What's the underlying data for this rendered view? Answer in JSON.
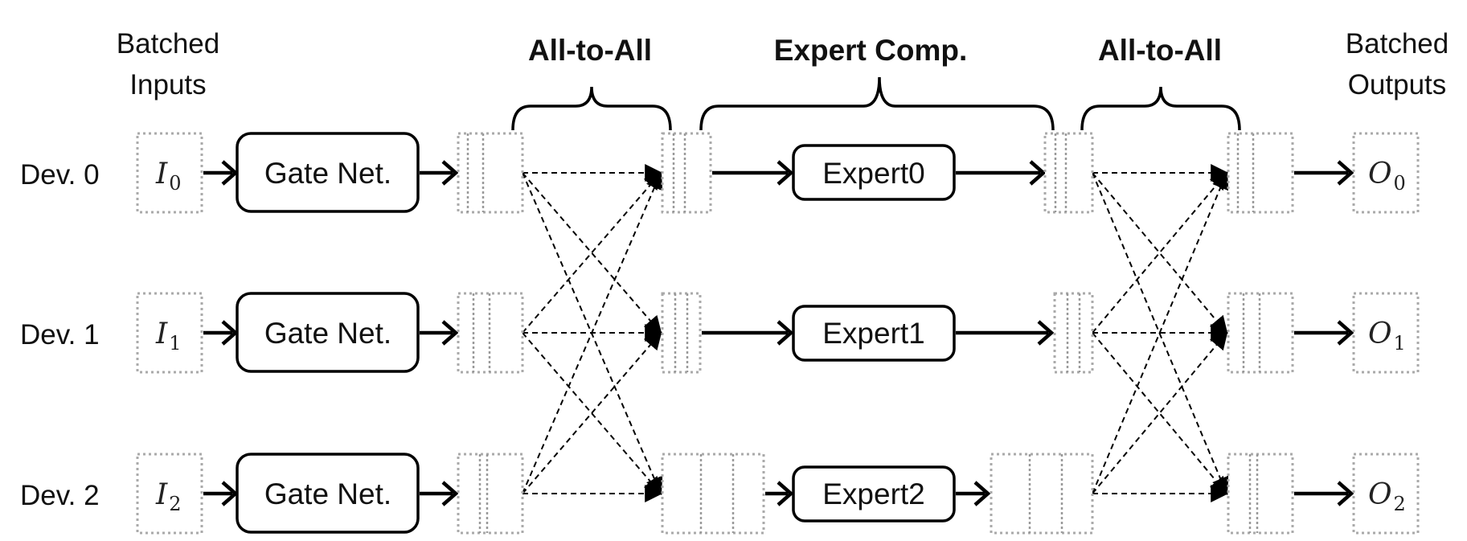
{
  "headers": {
    "inputs_line1": "Batched",
    "inputs_line2": "Inputs",
    "all_to_all_left": "All-to-All",
    "expert_comp": "Expert Comp.",
    "all_to_all_right": "All-to-All",
    "outputs_line1": "Batched",
    "outputs_line2": "Outputs"
  },
  "rows": [
    {
      "device": "Dev. 0",
      "input_var": "I",
      "input_sub": "0",
      "gate": "Gate Net.",
      "expert": "Expert0",
      "output_var": "O",
      "output_sub": "0"
    },
    {
      "device": "Dev. 1",
      "input_var": "I",
      "input_sub": "1",
      "gate": "Gate Net.",
      "expert": "Expert1",
      "output_var": "O",
      "output_sub": "1"
    },
    {
      "device": "Dev. 2",
      "input_var": "I",
      "input_sub": "2",
      "gate": "Gate Net.",
      "expert": "Expert2",
      "output_var": "O",
      "output_sub": "2"
    }
  ],
  "colors": {
    "expert0_tokens": "#9dd5f2",
    "expert1_tokens": "#fde5cf",
    "expert2_tokens": "#f2a0a6",
    "dotted_border": "#aaaaaa"
  }
}
